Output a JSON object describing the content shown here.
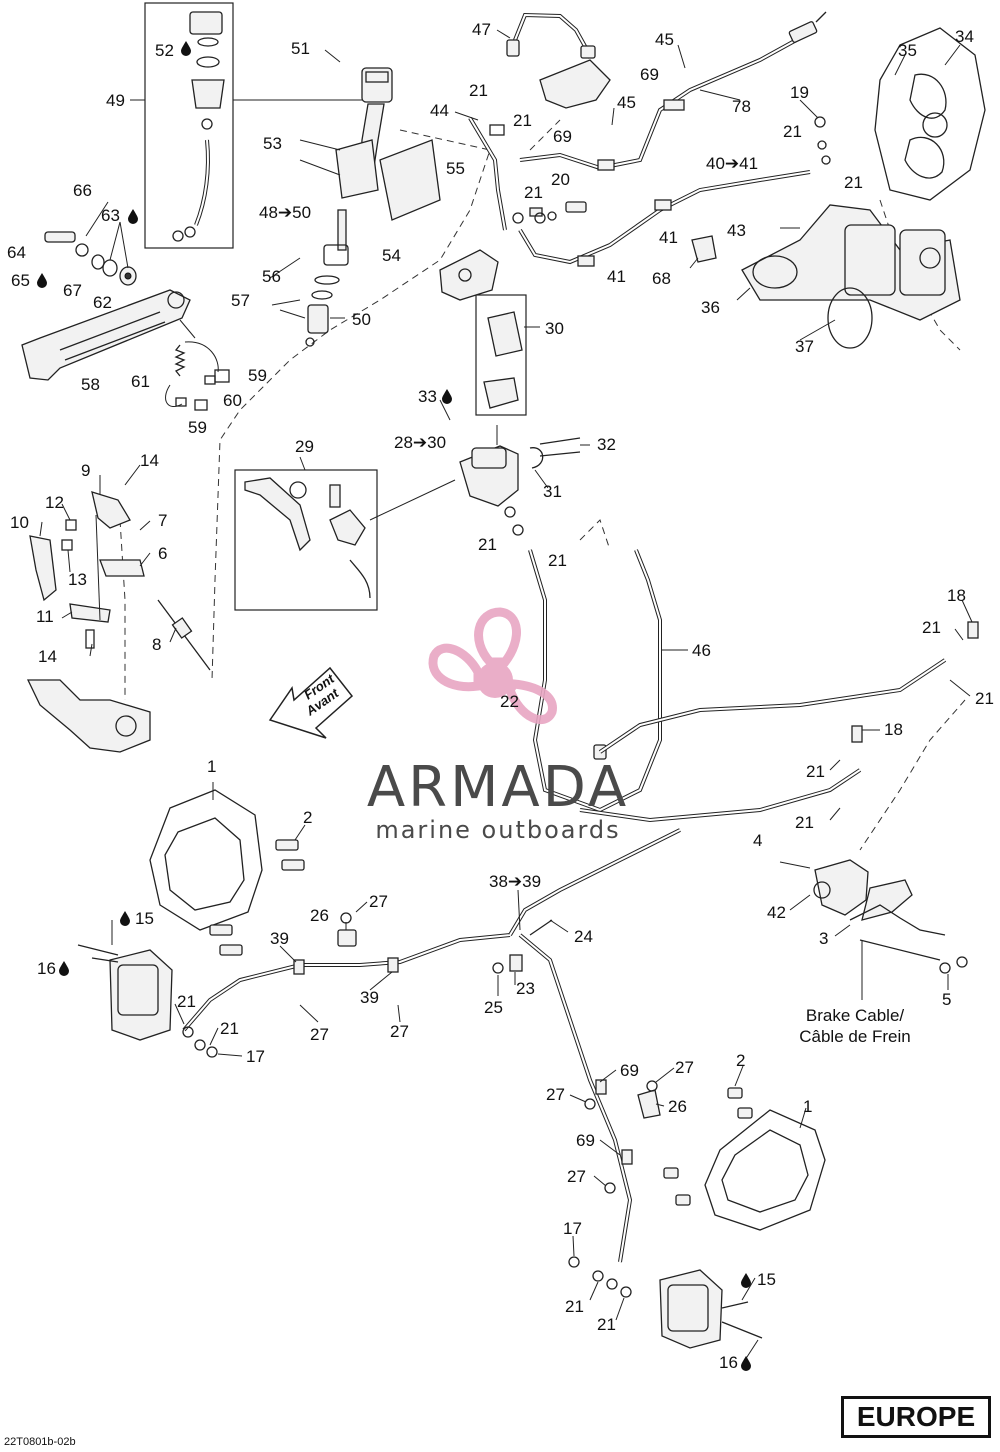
{
  "watermark": {
    "brand": "ARMADA",
    "tagline": "marine outboards",
    "logo_color": "#e8a6c3",
    "text_color": "#4a4a4a"
  },
  "direction_arrow": {
    "line1": "Front",
    "line2": "Avant"
  },
  "brake_cable_label": {
    "line1": "Brake Cable/",
    "line2": "Câble de Frein"
  },
  "region_label": "EUROPE",
  "reference_code": "22T0801b-02b",
  "callouts": [
    "52",
    "49",
    "51",
    "47",
    "45",
    "78",
    "35",
    "34",
    "21",
    "44",
    "21",
    "69",
    "45",
    "19",
    "53",
    "55",
    "69",
    "40➔41",
    "21",
    "21",
    "20",
    "48➔50",
    "54",
    "21",
    "41",
    "43",
    "66",
    "63",
    "64",
    "65",
    "67",
    "62",
    "41",
    "68",
    "36",
    "56",
    "57",
    "50",
    "30",
    "37",
    "58",
    "61",
    "59",
    "60",
    "59",
    "33",
    "28➔30",
    "32",
    "31",
    "29",
    "14",
    "9",
    "12",
    "7",
    "10",
    "13",
    "6",
    "21",
    "21",
    "11",
    "8",
    "14",
    "46",
    "18",
    "21",
    "22",
    "21",
    "18",
    "21",
    "21",
    "1",
    "2",
    "4",
    "42",
    "3",
    "5",
    "38➔39",
    "27",
    "26",
    "24",
    "15",
    "39",
    "16",
    "21",
    "27",
    "39",
    "23",
    "25",
    "21",
    "27",
    "17",
    "69",
    "27",
    "27",
    "26",
    "2",
    "1",
    "69",
    "27",
    "17",
    "15",
    "21",
    "21",
    "16"
  ]
}
